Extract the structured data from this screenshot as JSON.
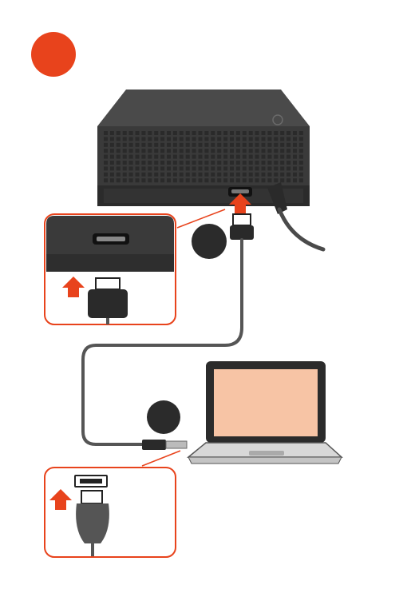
{
  "colors": {
    "accent": "#e8431c",
    "drive_body": "#3a3a3a",
    "drive_top": "#4a4a4a",
    "dark": "#2b2b2b",
    "cable": "#555555",
    "screen": "#f7c4a5",
    "laptop_body": "#e6e6e6",
    "callout_border": "#e8431c"
  },
  "icons": {
    "step_badge": "circle-badge",
    "drive": "desktop-hard-drive",
    "power": "power-cable",
    "usb_micro_b": "usb-3-micro-b-connector",
    "usb_a": "usb-a-connector",
    "laptop": "laptop-computer",
    "arrow": "up-arrow"
  },
  "steps": [
    {
      "label": ""
    },
    {
      "label": ""
    },
    {
      "label": ""
    }
  ]
}
